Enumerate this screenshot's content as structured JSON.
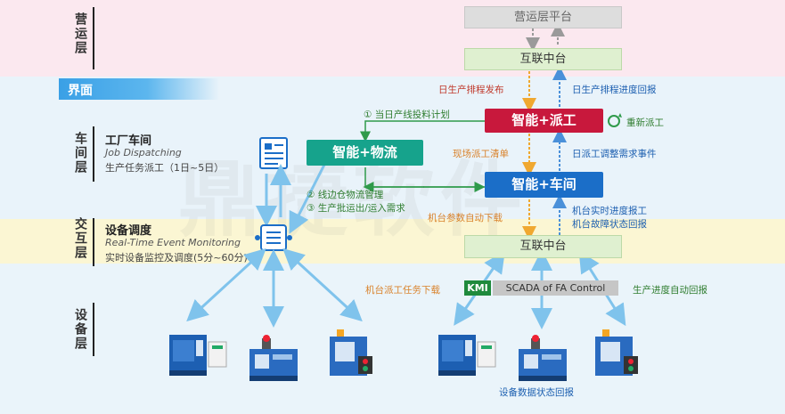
{
  "layers": {
    "ops": "营运层",
    "shop": "车间层",
    "interaction": "交互层",
    "device": "设备层"
  },
  "interface_label": "界面",
  "sections": {
    "factory": {
      "title": "工厂车间",
      "en": "Job Dispatching",
      "cn": "生产任务派工（1日~5日）"
    },
    "dispatch": {
      "title": "设备调度",
      "en": "Real-Time Event Monitoring",
      "cn": "实时设备监控及调度(5分~60分)"
    }
  },
  "boxes": {
    "ops_platform": "营运层平台",
    "hub_top": "互联中台",
    "hub_bottom": "互联中台",
    "node_dispatch": "智能+派工",
    "node_logistics": "智能+物流",
    "node_workshop": "智能+车间"
  },
  "labels": {
    "daily_release": "日生产排程发布",
    "daily_progress": "日生产排程进度回报",
    "daily_feed": "① 当日产线投料计划",
    "redispatch": "重新派工",
    "field_list": "现场派工清单",
    "adjust_event": "日派工调整需求事件",
    "side_store": "② 线边仓物流管理",
    "batch_io": "③ 生产批运出/运入需求",
    "param_download": "机台参数自动下载",
    "progress_report": "机台实时进度报工",
    "fault_report": "机台故障状态回报",
    "task_download": "机台派工任务下载",
    "auto_report": "生产进度自动回报",
    "device_status": "设备数据状态回报"
  },
  "kmi": "KMI",
  "scada": "SCADA of FA Control",
  "colors": {
    "red_node": "#c8183c",
    "teal_node": "#16a38c",
    "blue_node": "#1b6ec8",
    "arrow_orange": "#f0a830",
    "arrow_blue": "#4a90d9",
    "arrow_green": "#2f9a4a",
    "arrow_light": "#7fc3ec"
  }
}
